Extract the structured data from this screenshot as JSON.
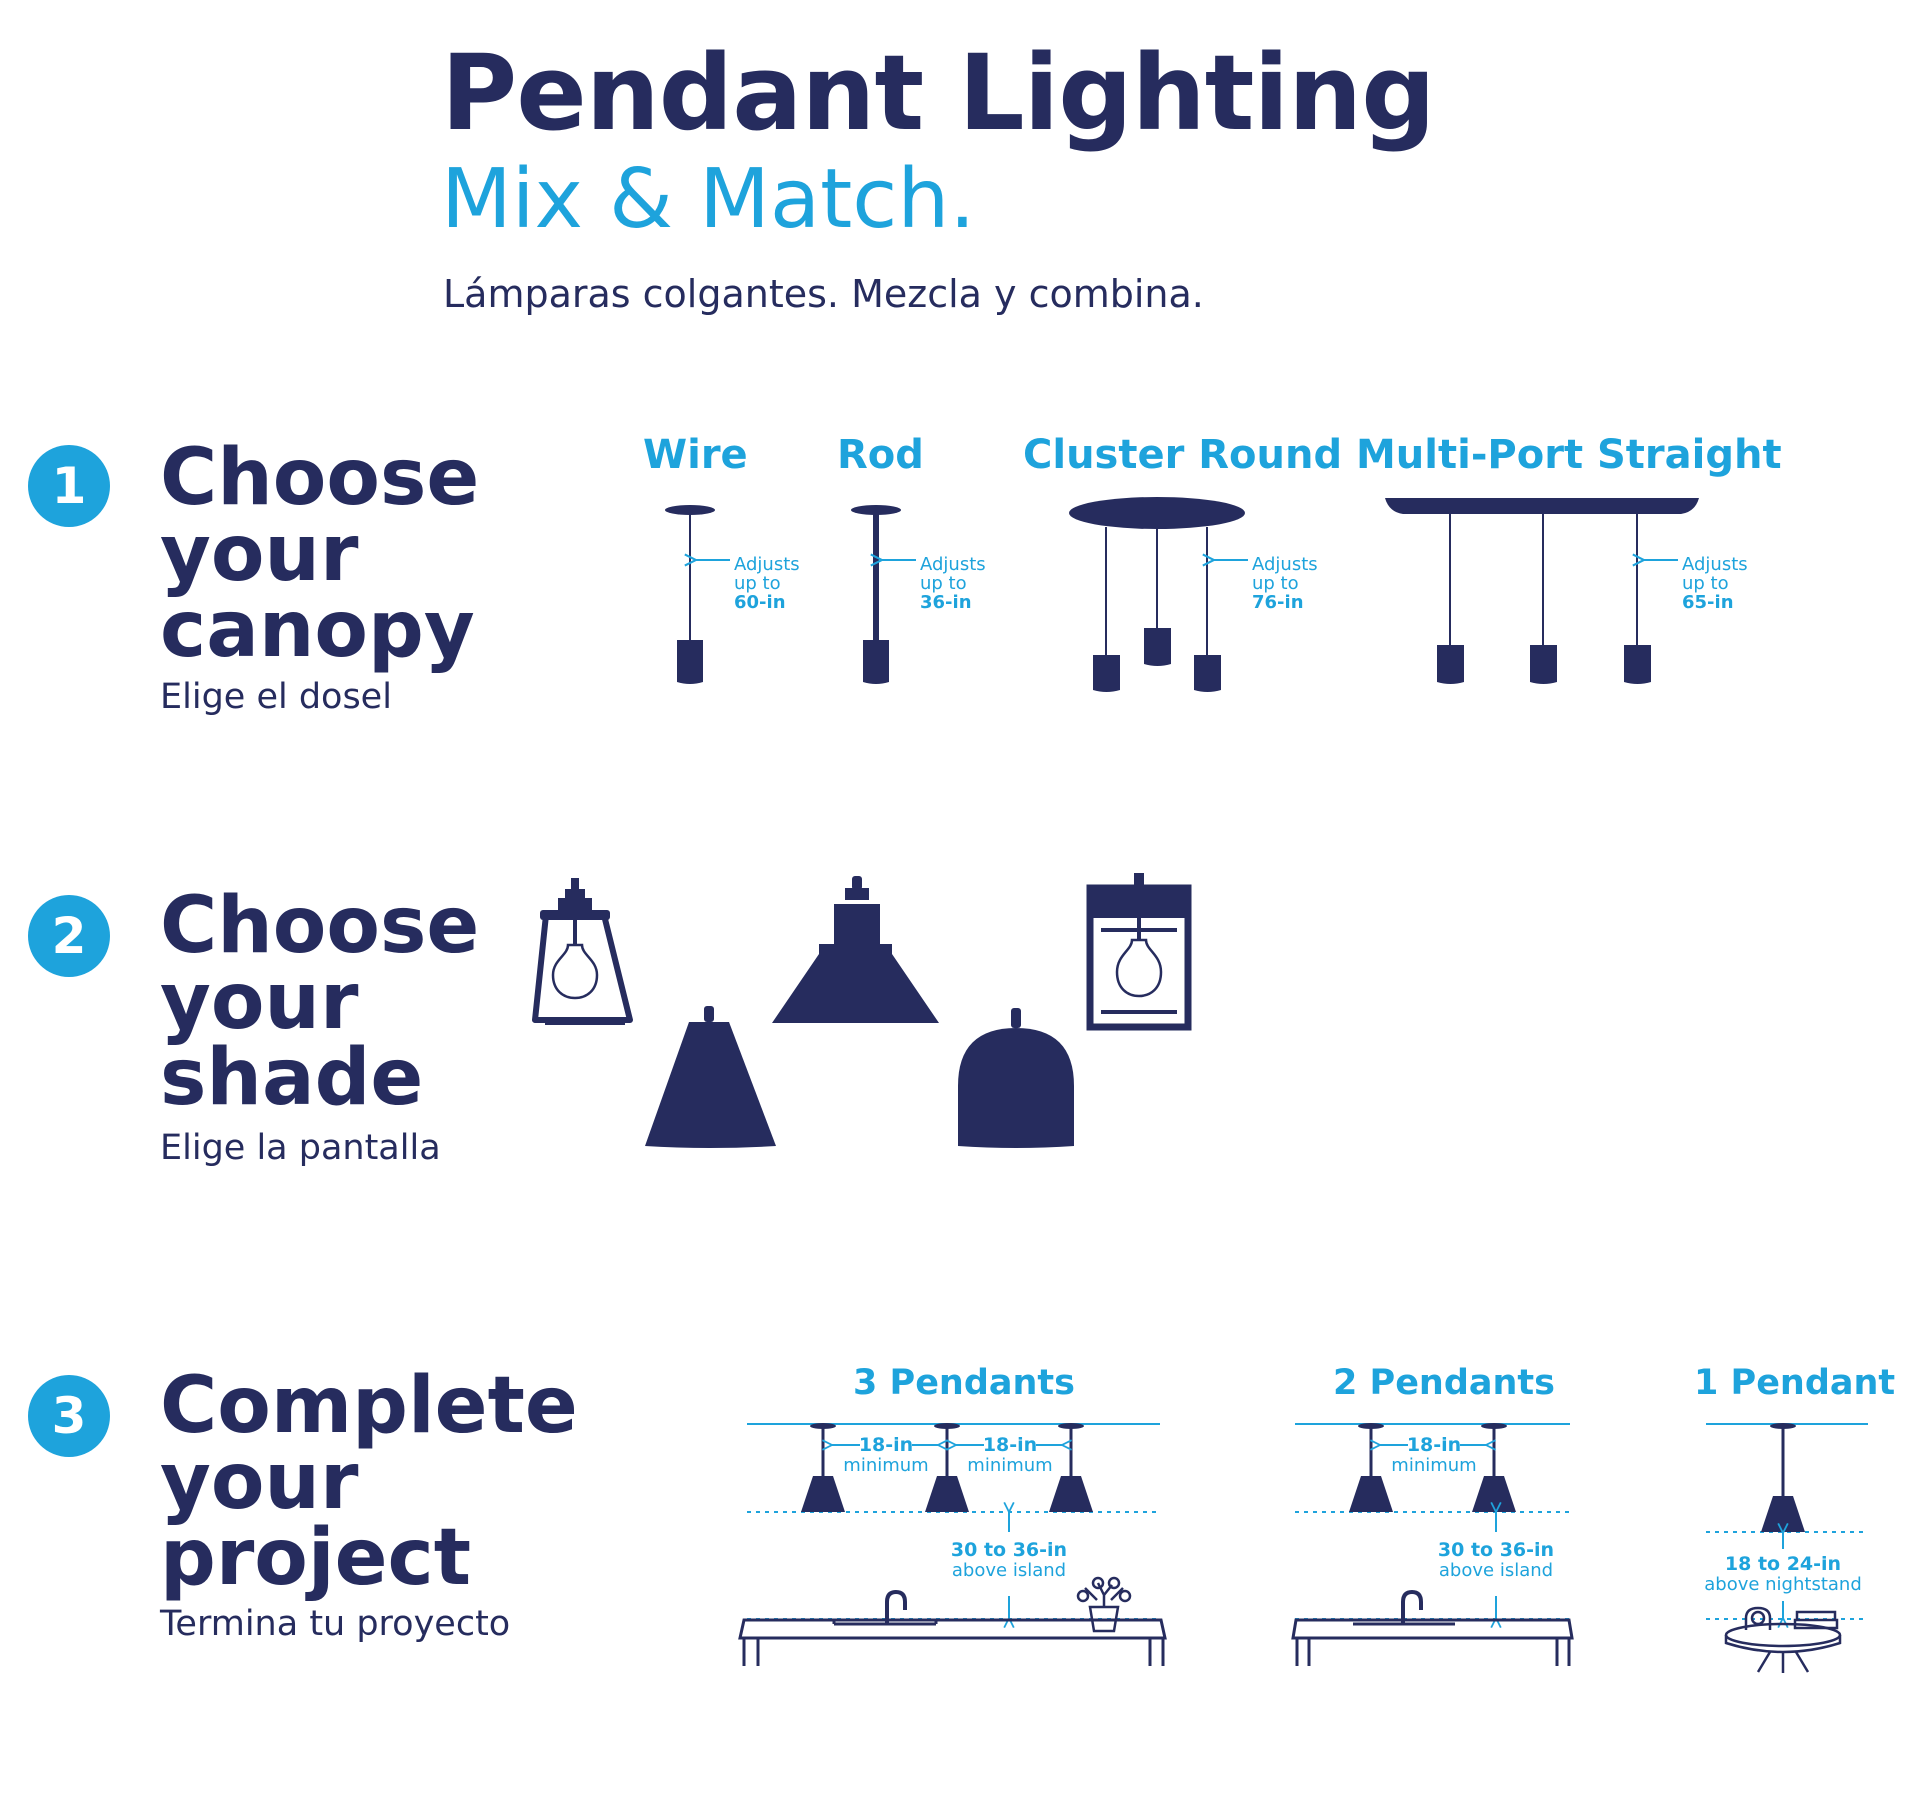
{
  "header": {
    "title": "Pendant Lighting",
    "subtitle": "Mix & Match.",
    "tagline": "Lámparas colgantes. Mezcla y combina."
  },
  "colors": {
    "navy": "#262c5e",
    "accent": "#1ea3dc",
    "background": "#ffffff"
  },
  "steps": [
    {
      "number": "1",
      "title": [
        "Choose",
        "your",
        "canopy"
      ],
      "subtitle": "Elige el dosel"
    },
    {
      "number": "2",
      "title": [
        "Choose",
        "your",
        "shade"
      ],
      "subtitle": "Elige la pantalla"
    },
    {
      "number": "3",
      "title": [
        "Complete",
        "your",
        "project"
      ],
      "subtitle": "Termina tu proyecto"
    }
  ],
  "canopies": [
    {
      "label": "Wire",
      "adjust": [
        "Adjusts",
        "up to",
        "60-in"
      ]
    },
    {
      "label": "Rod",
      "adjust": [
        "Adjusts",
        "up to",
        "36-in"
      ]
    },
    {
      "label": "Cluster Round",
      "adjust": [
        "Adjusts",
        "up to",
        "76-in"
      ]
    },
    {
      "label": "Multi-Port Straight",
      "adjust": [
        "Adjusts",
        "up to",
        "65-in"
      ]
    }
  ],
  "shades": [
    "bell-glass-shade-icon",
    "wide-cone-shade-icon",
    "cylinder-glass-shade-icon",
    "tapered-shade-icon",
    "dome-shade-icon"
  ],
  "projects": [
    {
      "label": "3 Pendants",
      "spacing": [
        "18-in",
        "minimum"
      ],
      "height": [
        "30 to 36-in",
        "above island"
      ]
    },
    {
      "label": "2 Pendants",
      "spacing": [
        "18-in",
        "minimum"
      ],
      "height": [
        "30 to 36-in",
        "above island"
      ]
    },
    {
      "label": "1 Pendant",
      "height": [
        "18 to 24-in",
        "above nightstand"
      ]
    }
  ]
}
